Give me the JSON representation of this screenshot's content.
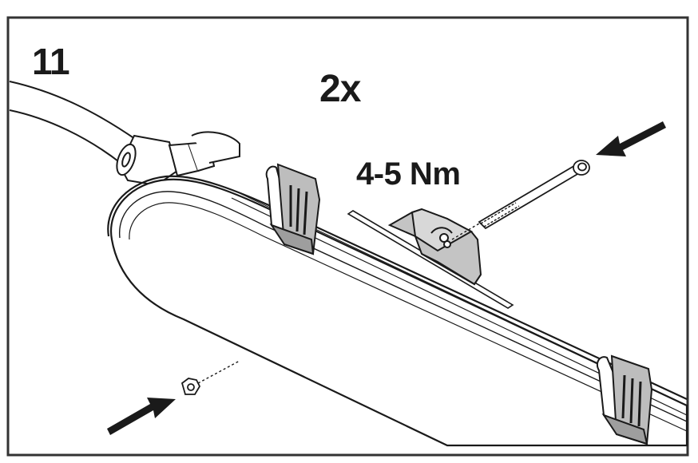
{
  "step": {
    "number": "11",
    "quantity": "2x",
    "torque": "4-5 Nm"
  },
  "colors": {
    "line": "#1a1a1a",
    "frame": "#333333",
    "fixture_body": "#ffffff",
    "clip_fill": "#bdbdbd",
    "bracket_fill": "#c4c4c4",
    "background": "#ffffff"
  },
  "icons": [
    "arrow-icon",
    "bolt-icon",
    "nut-icon",
    "clip-icon",
    "bracket-icon",
    "cable-gland-icon"
  ]
}
